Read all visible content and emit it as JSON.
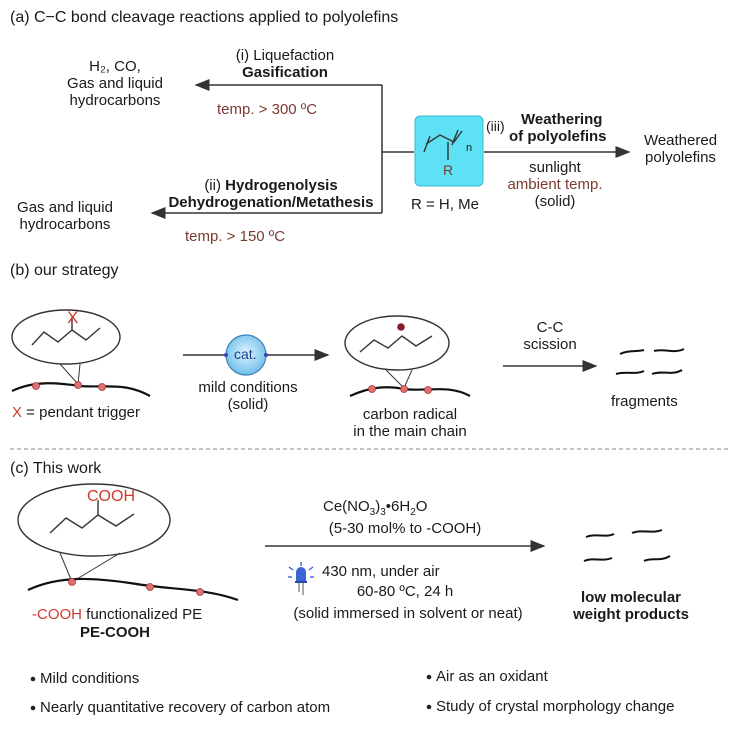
{
  "panel_a": {
    "title": "(a) C−C bond cleavage reactions applied to polyolefins",
    "left_top_products": [
      "H₂, CO,",
      "Gas and liquid",
      "hydrocarbons"
    ],
    "route_i_label": "(i) Liquefaction",
    "route_i_label2": "Gasification",
    "route_i_temp": "temp. > 300 ºC",
    "route_ii_label_prefix": "(ii) ",
    "route_ii_label_bold": "Hydrogenolysis",
    "route_ii_label2": "Dehydrogenation/Metathesis",
    "route_ii_temp": "temp. > 150 ºC",
    "left_bottom_products": [
      "Gas and liquid",
      "hydrocarbons"
    ],
    "monomer_subscript": "n",
    "monomer_substituent": "R",
    "r_definition": "R = H, Me",
    "route_iii_prefix": "(iii)",
    "route_iii_label": "Weathering",
    "route_iii_label2": "of polyolefins",
    "route_iii_cond1": "sunlight",
    "route_iii_cond2": "ambient temp.",
    "route_iii_cond3": "(solid)",
    "right_product": [
      "Weathered",
      "polyolefins"
    ],
    "colors": {
      "monomer_box": "#5ee0f5",
      "temp_text": "#7a3a30"
    }
  },
  "panel_b": {
    "title": "(b) our strategy",
    "trigger_atom": "X",
    "trigger_caption_x": "X",
    "trigger_caption_rest": " = pendant trigger",
    "catalyst_label": "cat.",
    "conditions": [
      "mild conditions",
      "(solid)"
    ],
    "radical_caption": [
      "carbon radical",
      "in the main chain"
    ],
    "scission_label": [
      "C-C",
      "scission"
    ],
    "fragments_label": "fragments",
    "colors": {
      "catalyst_bubble": "#7ec8f0",
      "radical_dot": "#8b1a2a",
      "node": "#e06a6a"
    }
  },
  "panel_c": {
    "title": "(c) This work",
    "group_label": "COOH",
    "caption_red": "-COOH",
    "caption_rest": " functionalized PE",
    "caption_bold": "PE-COOH",
    "reagent_prefix": "Ce(NO",
    "reagent_sub3": "3",
    "reagent_mid": ")",
    "reagent_suffix": "•6H",
    "reagent_sub2": "2",
    "reagent_end": "O",
    "loading": "(5-30 mol% to -COOH)",
    "light": "430 nm, under air",
    "temp_time": "60-80 ºC, 24 h",
    "medium": "(solid immersed in solvent or neat)",
    "product": [
      "low molecular",
      "weight products"
    ],
    "bullets_left": [
      "Mild conditions",
      "Nearly quantitative recovery of carbon atom"
    ],
    "bullets_right": [
      "Air as an oxidant",
      "Study of crystal morphology change"
    ]
  }
}
